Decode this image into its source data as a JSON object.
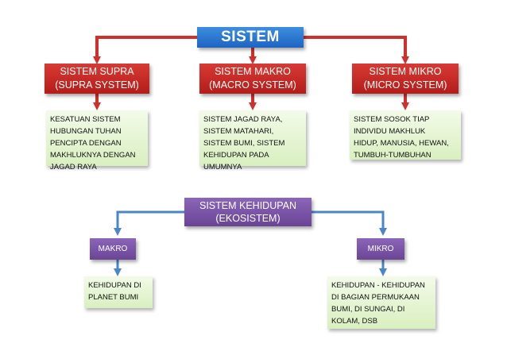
{
  "title": "SISTEM",
  "top_row": [
    {
      "label": "SISTEM SUPRA\n(SUPRA SYSTEM)",
      "desc": "KESATUAN SISTEM\nHUBUNGAN TUHAN\nPENCIPTA DENGAN\nMAKHLUKNYA DENGAN\nJAGAD RAYA"
    },
    {
      "label": "SISTEM MAKRO\n(MACRO SYSTEM)",
      "desc": "SISTEM JAGAD RAYA,\nSISTEM MATAHARI,\nSISTEM BUMI, SISTEM\nKEHIDUPAN PADA\nUMUMNYA"
    },
    {
      "label": "SISTEM MIKRO\n(MICRO SYSTEM)",
      "desc": "SISTEM SOSOK TIAP\nINDIVIDU MAKHLUK\nHIDUP, MANUSIA, HEWAN,\nTUMBUH-TUMBUHAN"
    }
  ],
  "ecosystem": {
    "label": "SISTEM KEHIDUPAN\n(EKOSISTEM)",
    "children": [
      {
        "label": "MAKRO",
        "desc": "KEHIDUPAN DI\nPLANET BUMI"
      },
      {
        "label": "MIKRO",
        "desc": "KEHIDUPAN - KEHIDUPAN\nDI BAGIAN PERMUKAAN\nBUMI, DI SUNGAI, DI\nKOLAM, DSB"
      }
    ]
  },
  "colors": {
    "title_box": "#2a78d2",
    "top_boxes": "#c92a26",
    "eco_boxes": "#7a55a8",
    "desc_boxes": "#e6f5d5",
    "red_connectors": "#d0302b",
    "blue_connectors": "#4a86c8"
  }
}
